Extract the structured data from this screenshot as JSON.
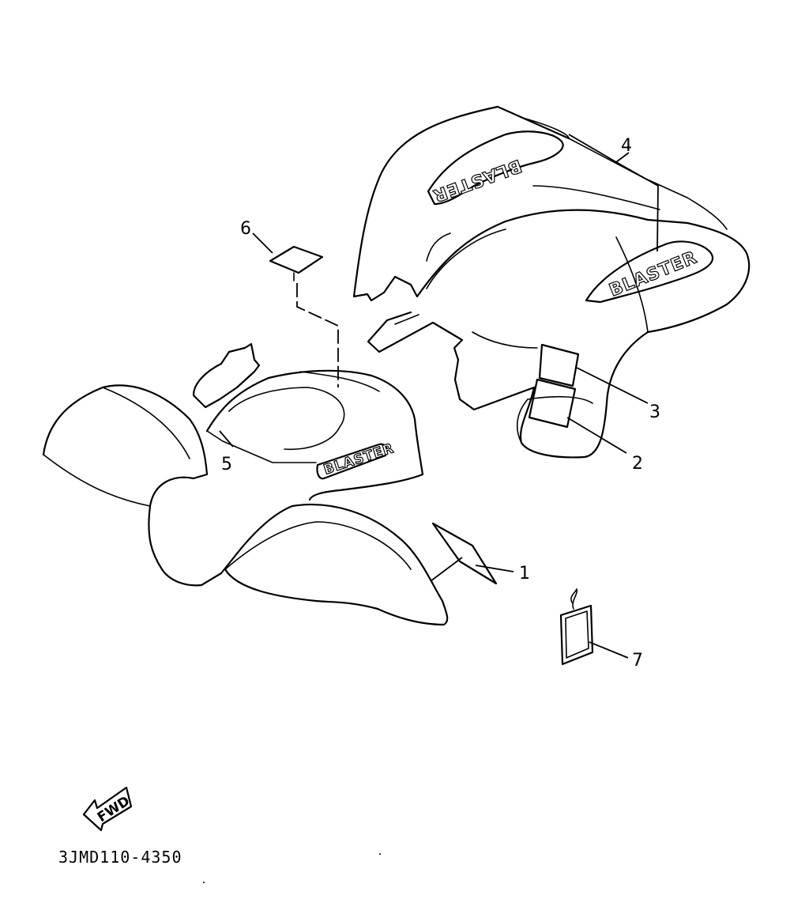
{
  "callouts": [
    {
      "id": "1",
      "label": "1"
    },
    {
      "id": "2",
      "label": "2"
    },
    {
      "id": "3",
      "label": "3"
    },
    {
      "id": "4",
      "label": "4"
    },
    {
      "id": "5",
      "label": "5"
    },
    {
      "id": "6",
      "label": "6"
    },
    {
      "id": "7",
      "label": "7"
    }
  ],
  "logos": {
    "front_tank": "BLASTER",
    "rear_left": "BLASTER",
    "rear_right": "BLASTER"
  },
  "fwd_indicator": "FWD",
  "part_number": "3JMD110-4350",
  "colors": {
    "line": "#000000",
    "background": "#ffffff"
  }
}
